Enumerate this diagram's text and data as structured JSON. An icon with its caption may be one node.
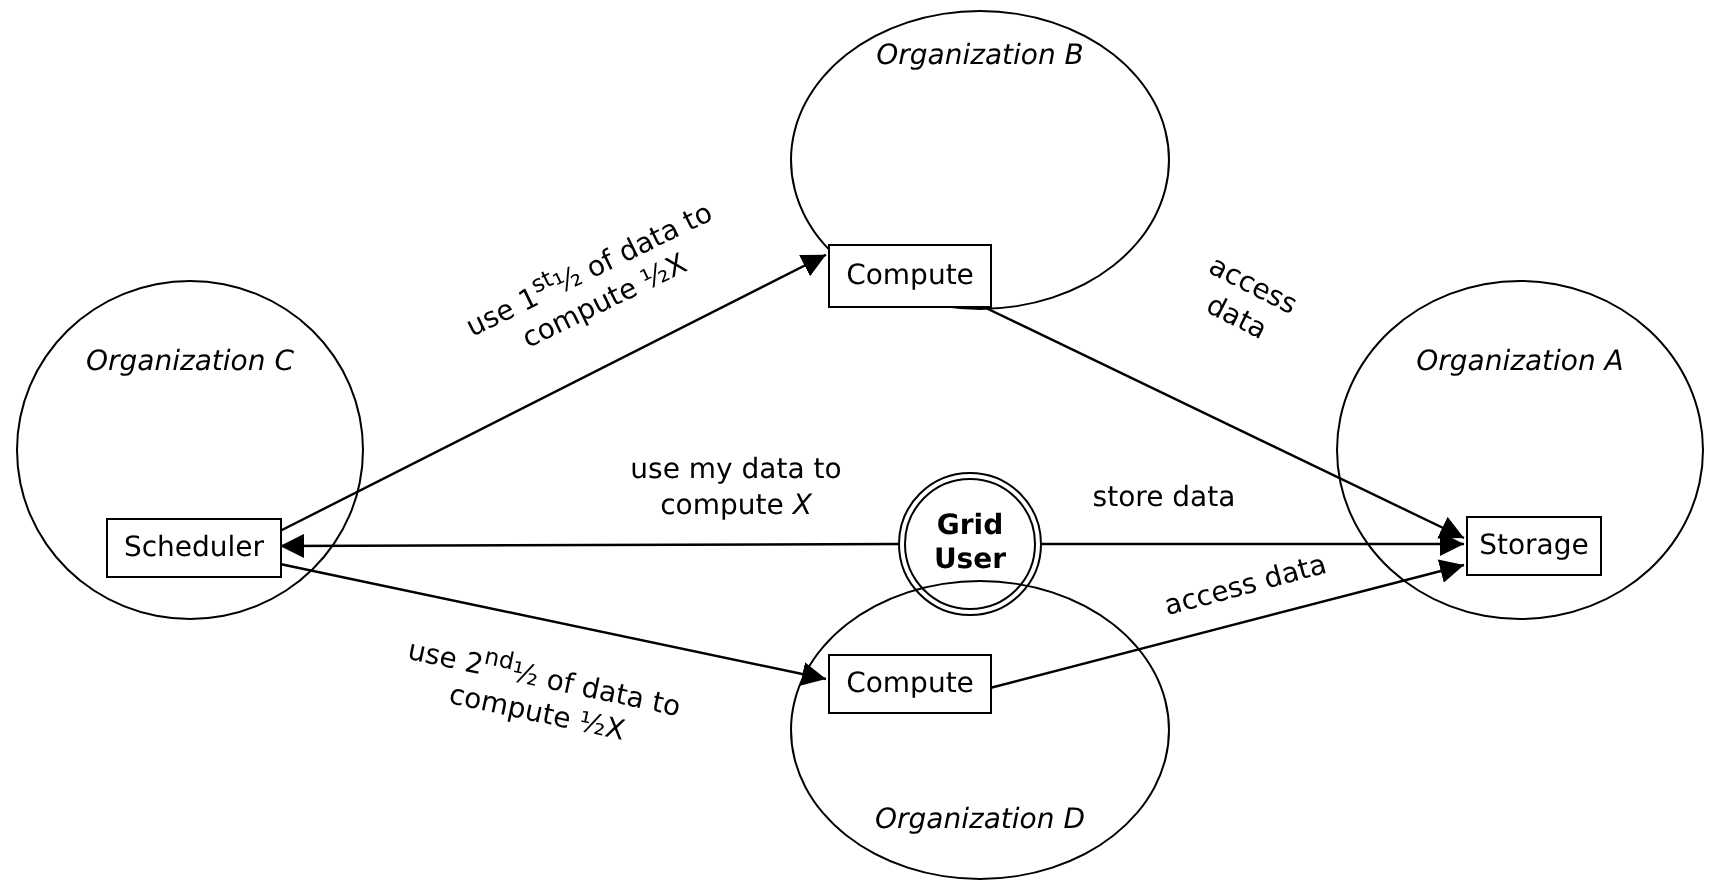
{
  "diagram": {
    "nodes": [
      {
        "text": [
          "Organization B"
        ]
      },
      {
        "text": [
          "Compute"
        ],
        "in": 0
      },
      {
        "text": [
          "Organization C"
        ]
      },
      {
        "text": [
          "Scheduler"
        ],
        "in": 2
      },
      {
        "text": [
          "Grid User"
        ]
      },
      {
        "text": [
          "Organization A"
        ]
      },
      {
        "text": [
          "Storage"
        ],
        "in": 5
      },
      {
        "text": [
          "Organization D"
        ]
      },
      {
        "text": [
          "Compute"
        ],
        "in": 7
      }
    ],
    "edges": [
      {
        "from": 3,
        "to": 1,
        "arrow": "to",
        "label": "use 1$^{st}$½ of data to compute ½X"
      },
      {
        "from": 4,
        "to": 3,
        "arrow": "to",
        "label": "use my data to compute *X*"
      },
      {
        "from": 4,
        "to": 6,
        "arrow": "to",
        "label": "store data"
      },
      {
        "from": 3,
        "to": 8,
        "arrow": "to",
        "label": "use 2$^{nd}$½ of data to compute ½X"
      },
      {
        "from": 1,
        "to": 6,
        "arrow": "to",
        "label": "access data"
      },
      {
        "from": 8,
        "to": 6,
        "arrow": "to",
        "label": "access data"
      }
    ]
  }
}
